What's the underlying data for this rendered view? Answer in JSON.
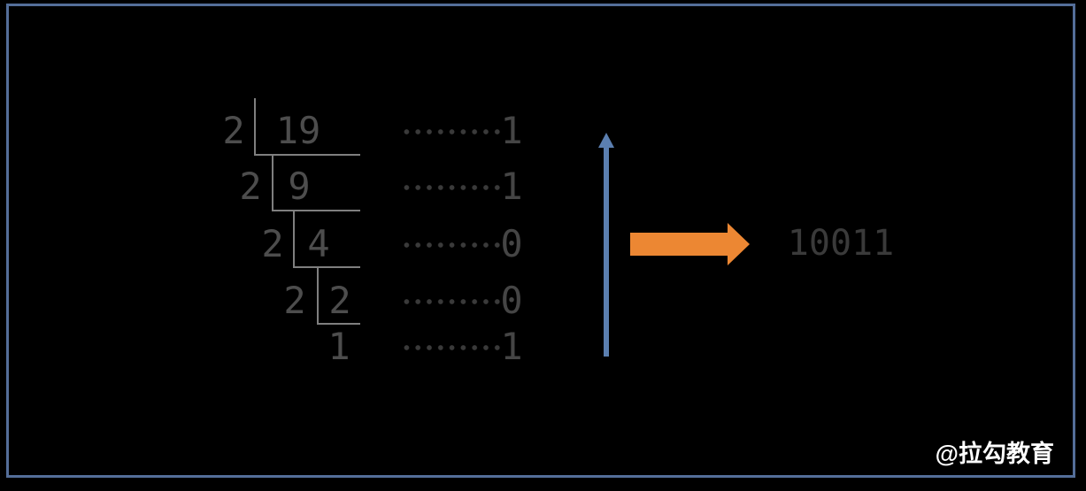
{
  "slide": {
    "watermark": "@拉勾教育",
    "colors": {
      "background": "#000000",
      "border": "#546e99",
      "ladder_lines": "#7f7f7f",
      "ladder_digits": "#4d4d4d",
      "dotted_leader": "#3a3a3a",
      "remainder_digits": "#454545",
      "result_text": "#3a3a3a",
      "up_arrow": "#5b7fb0",
      "right_arrow": "#ec8733",
      "watermark_text": "#ffffff"
    }
  },
  "conversion": {
    "steps": [
      {
        "divisor": "2",
        "dividend": "19",
        "remainder": "1"
      },
      {
        "divisor": "2",
        "dividend": "9",
        "remainder": "1"
      },
      {
        "divisor": "2",
        "dividend": "4",
        "remainder": "0"
      },
      {
        "divisor": "2",
        "dividend": "2",
        "remainder": "0"
      },
      {
        "divisor": "",
        "dividend": "1",
        "remainder": "1"
      }
    ],
    "result": "10011"
  }
}
